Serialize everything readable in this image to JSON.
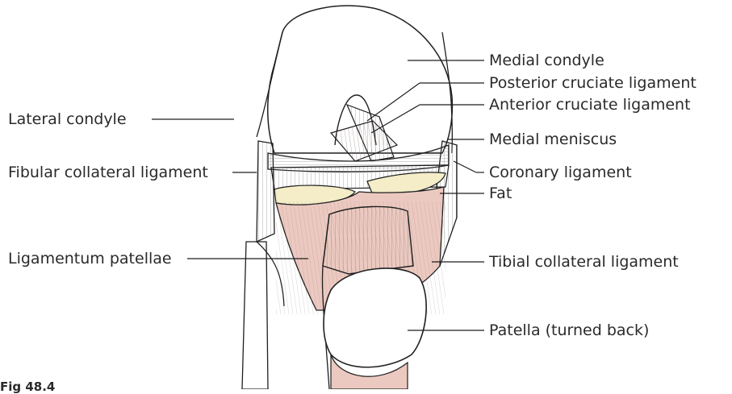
{
  "labels_left": [
    "Lateral condyle",
    "Fibular collateral ligament",
    "Ligamentum patellae"
  ],
  "labels_right": [
    "Medial condyle",
    "Posterior cruciate ligament",
    "Anterior cruciate ligament",
    "Medial meniscus",
    "Coronary ligament",
    "Fat",
    "Tibial collateral ligament",
    "Patella (turned back)"
  ],
  "figure_caption": "Fig 48.4",
  "colors": {
    "outline": "#1f1f1f",
    "muscle_fill": "#ecc9c0",
    "fat_fill": "#f4edc8",
    "ligament_fill": "#e4e4e4"
  }
}
